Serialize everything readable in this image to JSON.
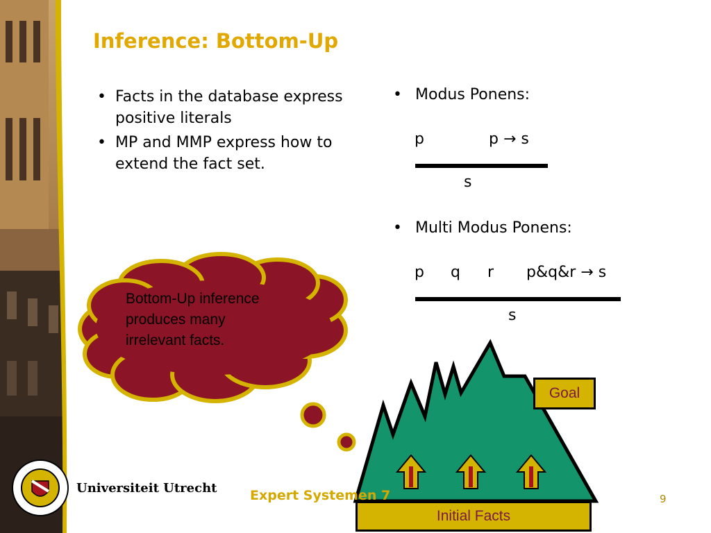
{
  "slide": {
    "title": "Inference: Bottom-Up",
    "bullets": [
      "Facts in the database express positive literals",
      "MP and MMP express how to extend the fact set."
    ],
    "modus_ponens": {
      "label": "Modus Ponens:",
      "premise_1": "p",
      "premise_2": "p → s",
      "conclusion": "s"
    },
    "multi_modus_ponens": {
      "label": "Multi Modus Ponens:",
      "premises": [
        "p",
        "q",
        "r",
        "p&q&r → s"
      ],
      "conclusion": "s"
    },
    "thought_bubble": "Bottom-Up inference produces many irrelevant facts.",
    "goal_label": "Goal",
    "initial_facts_label": "Initial Facts",
    "logo_text": "Universiteit Utrecht",
    "footer_text": "Expert Systemen 7",
    "page_number": "9"
  },
  "colors": {
    "title": "#e0a800",
    "bubble_fill": "#8b1426",
    "bubble_border": "#d4b400",
    "mountain_fill": "#13946a",
    "box_fill": "#d4b400",
    "box_text": "#7a1a40",
    "arrow_fill": "#d4b400",
    "arrow_core": "#a8141e",
    "side_bar": "#d4b400"
  }
}
